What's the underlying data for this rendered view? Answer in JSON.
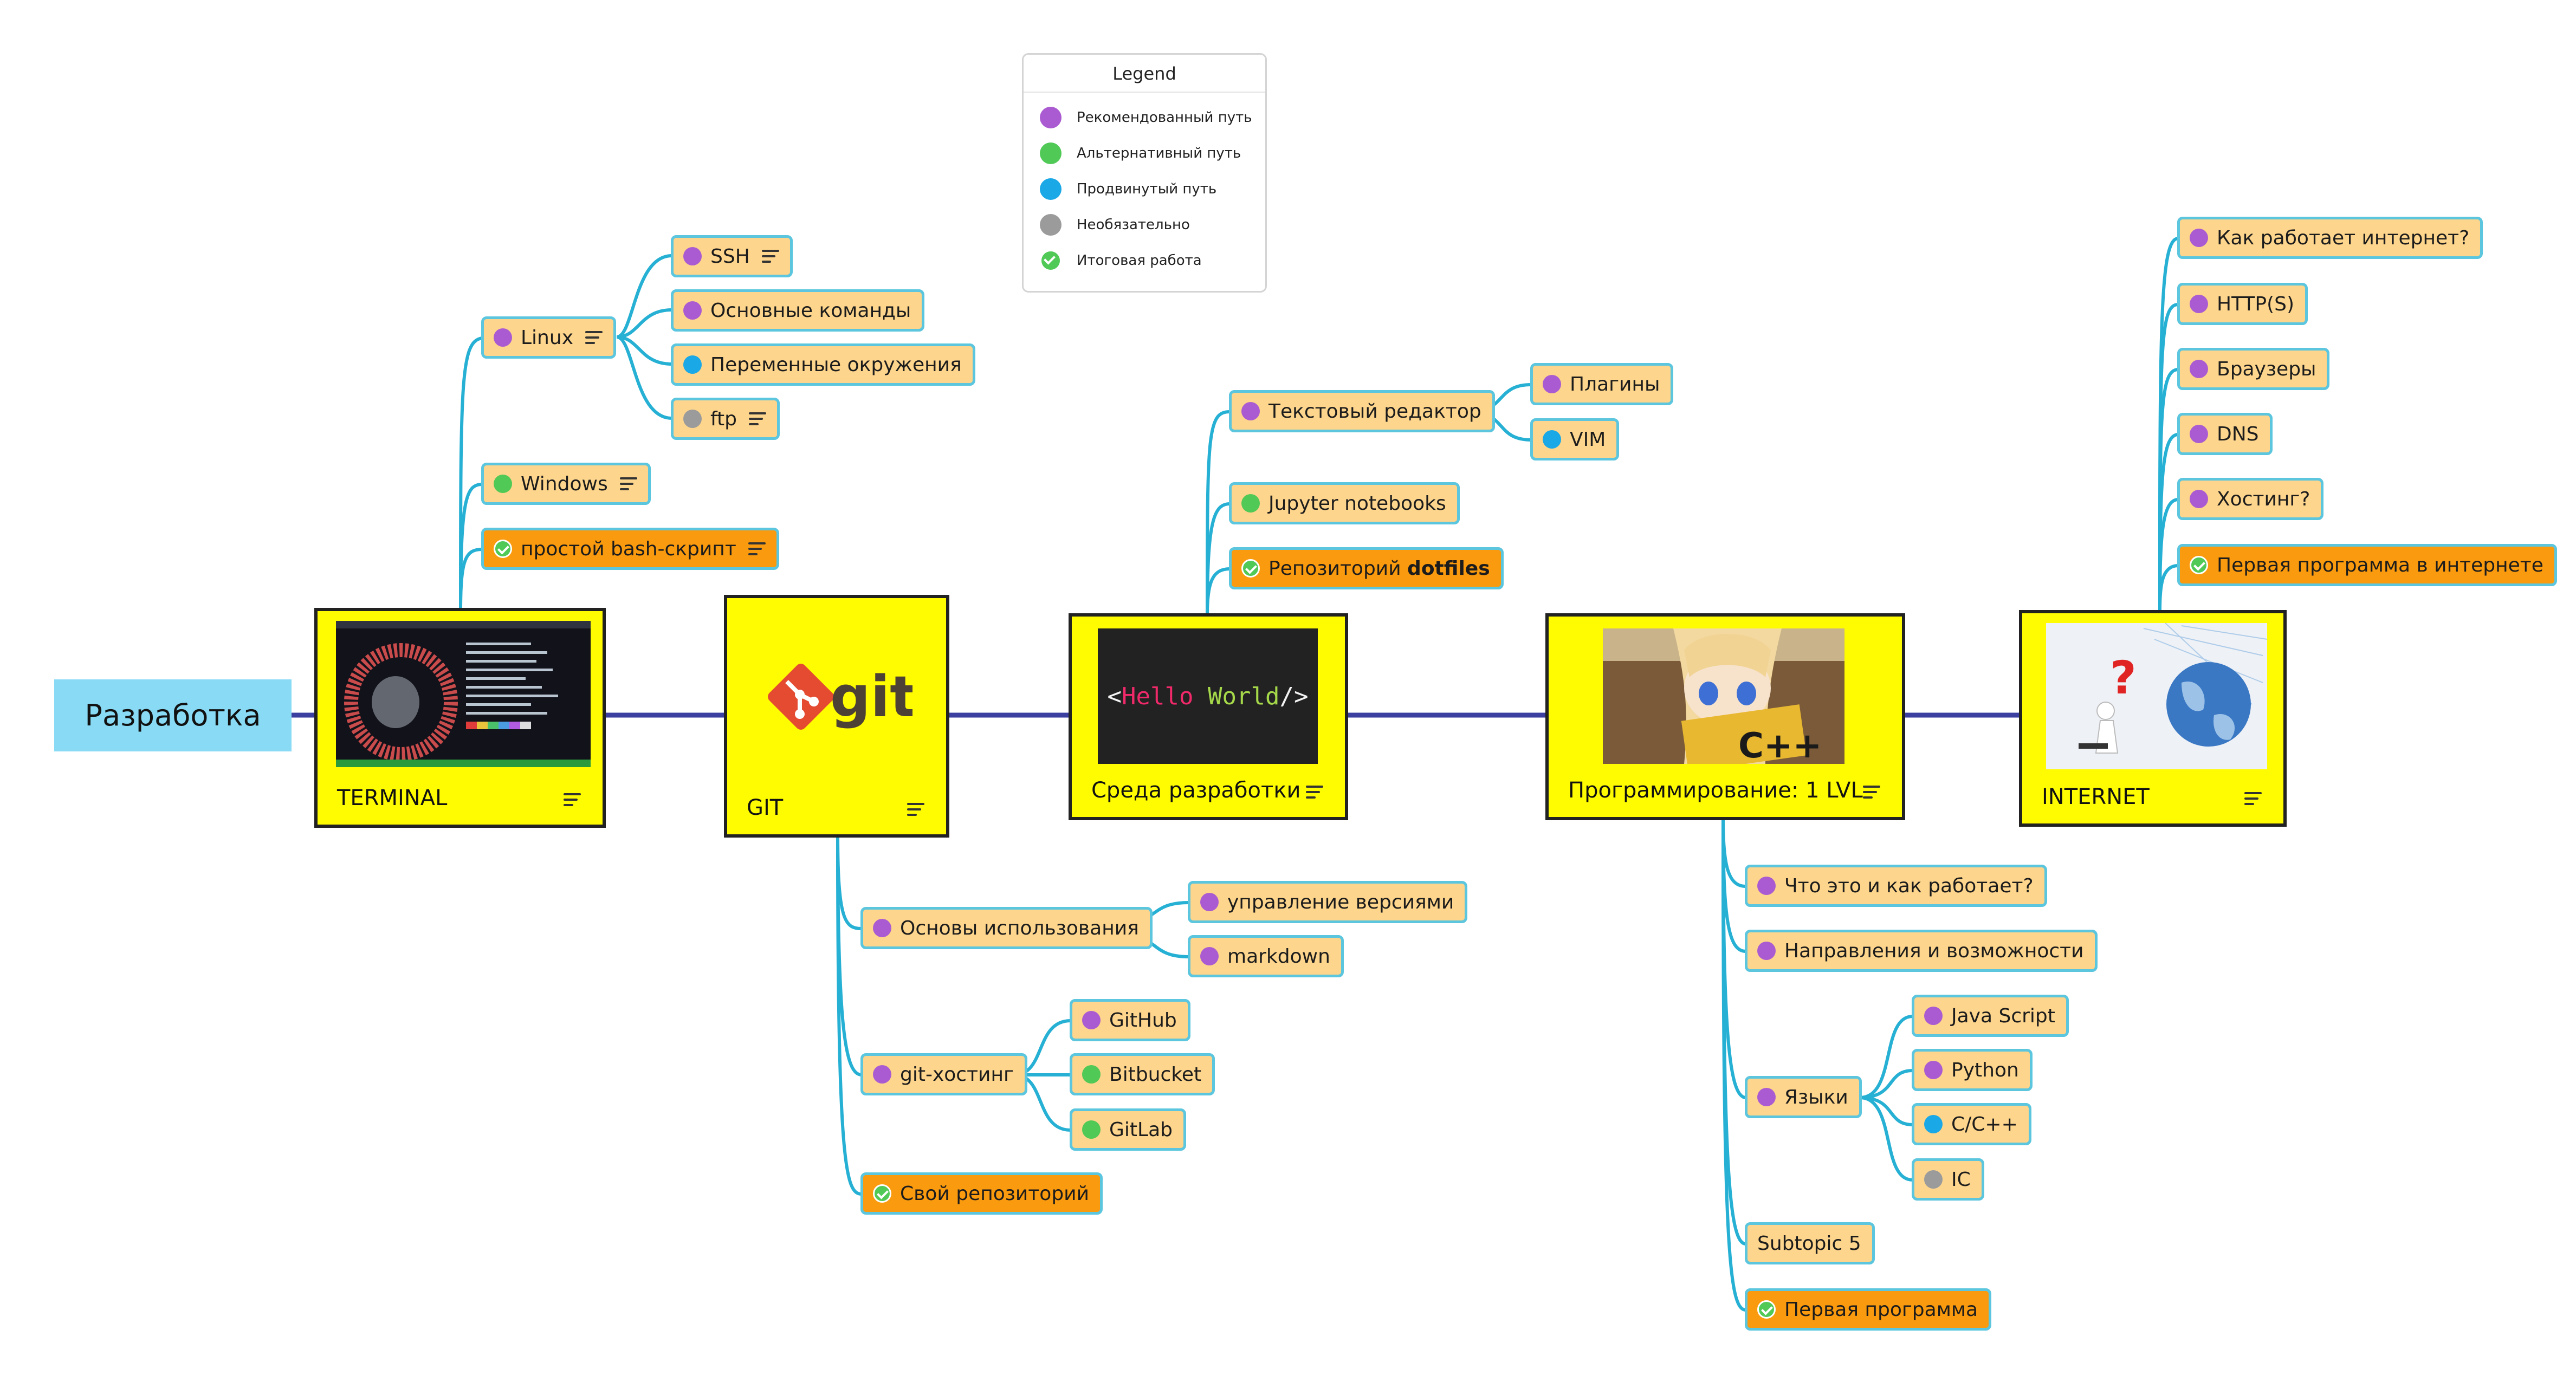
{
  "root": {
    "label": "Разработка"
  },
  "legend": {
    "title": "Legend",
    "items": [
      {
        "label": "Рекомендованный путь",
        "color": "#ab5bd1"
      },
      {
        "label": "Альтернативный путь",
        "color": "#51c957"
      },
      {
        "label": "Продвинутый путь",
        "color": "#1aa8e6"
      },
      {
        "label": "Необязательно",
        "color": "#9b9b9b"
      },
      {
        "label": "Итоговая работа",
        "color": "#51c957"
      }
    ]
  },
  "topics": {
    "terminal": {
      "title": "TERMINAL"
    },
    "git": {
      "title": "GIT",
      "logo": "git"
    },
    "ide": {
      "title": "Среда разработки",
      "code": [
        "<",
        "Hello",
        " ",
        "World",
        "/>"
      ]
    },
    "prog": {
      "title": "Программирование: 1 LVL",
      "badge": "C++"
    },
    "internet": {
      "title": "INTERNET"
    }
  },
  "nodes": {
    "linux": "Linux",
    "ssh": "SSH",
    "basic_cmds": "Основные команды",
    "env_vars": "Переменные окружения",
    "ftp": "ftp",
    "windows": "Windows",
    "bash": "простой bash-скрипт",
    "git_basics": "Основы использования",
    "version_ctl": "управление версиями",
    "markdown": "markdown",
    "git_hosting": "git-хостинг",
    "github": "GitHub",
    "bitbucket": "Bitbucket",
    "gitlab": "GitLab",
    "own_repo": "Свой репозиторий",
    "text_editor": "Текстовый редактор",
    "plugins": "Плагины",
    "vim": "VIM",
    "jupyter": "Jupyter notebooks",
    "dotfiles_a": "Репозиторий ",
    "dotfiles_b": "dotfiles",
    "what_is": "Что это и как работает?",
    "directions": "Направления и возможности",
    "languages": "Языки",
    "js": "Java Script",
    "python": "Python",
    "cpp": "C/C++",
    "ic": "IC",
    "subtopic5": "Subtopic 5",
    "first_prog": "Первая программа",
    "how_internet": "Как работает интернет?",
    "https": "HTTP(S)",
    "browsers": "Браузеры",
    "dns": "DNS",
    "hosting": "Хостинг?",
    "first_web": "Первая программа в интернете"
  }
}
